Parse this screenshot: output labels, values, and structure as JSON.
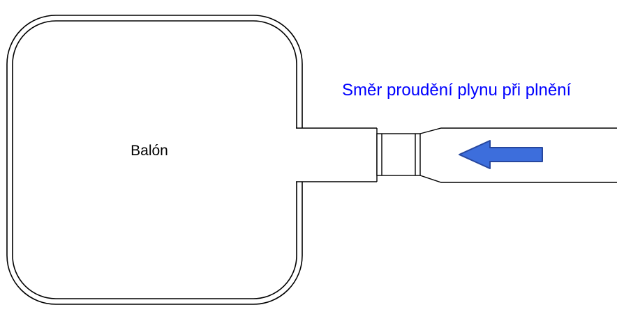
{
  "diagram": {
    "balloon_label": "Balón",
    "flow_caption": "Směr proudění plynu při plnění",
    "arrow_direction": "left"
  },
  "colors": {
    "caption_blue": "#0000FF",
    "arrow_fill": "#3D6EDC",
    "arrow_outline": "#27479E",
    "line_black": "#000000",
    "background": "#FFFFFF"
  }
}
